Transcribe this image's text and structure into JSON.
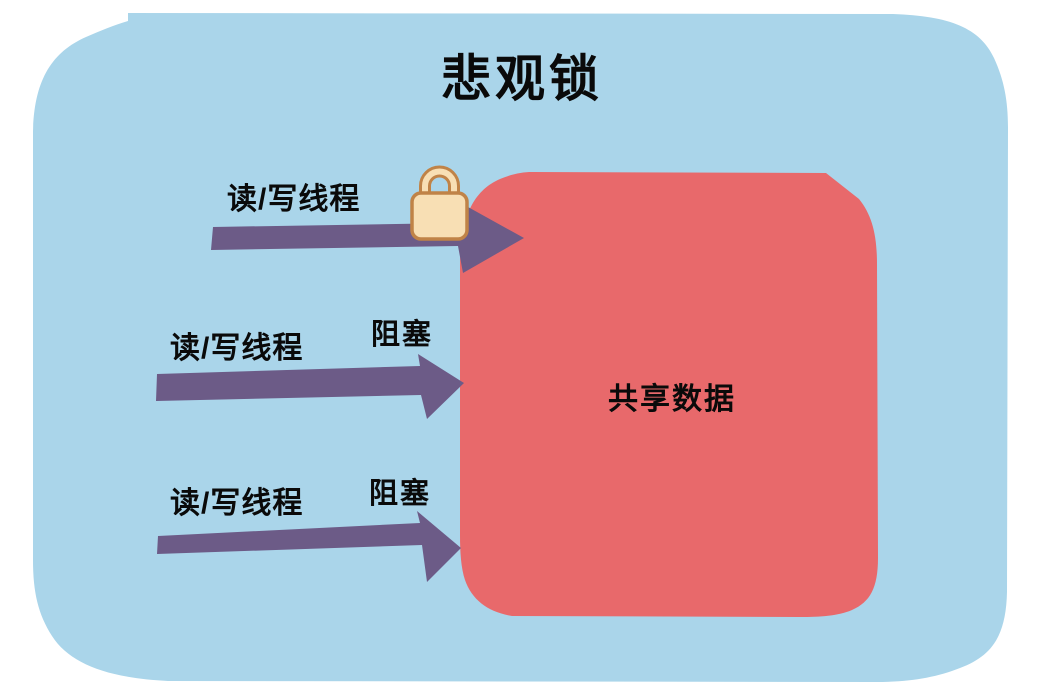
{
  "diagram": {
    "title": "悲观锁",
    "shared_data_label": "共享数据",
    "threads": [
      {
        "label": "读/写线程"
      },
      {
        "label": "读/写线程",
        "blocked_label": "阻塞"
      },
      {
        "label": "读/写线程",
        "blocked_label": "阻塞"
      }
    ],
    "lock_icon": "padlock-icon"
  },
  "colors": {
    "page_background": "#ffffff",
    "panel_blue": "#aad5ea",
    "shared_box_red": "#e8696b",
    "arrow_purple": "#6c5b87",
    "lock_fill": "#f8dfb4",
    "lock_stroke": "#c08347",
    "text_black": "#0a0a0a"
  }
}
